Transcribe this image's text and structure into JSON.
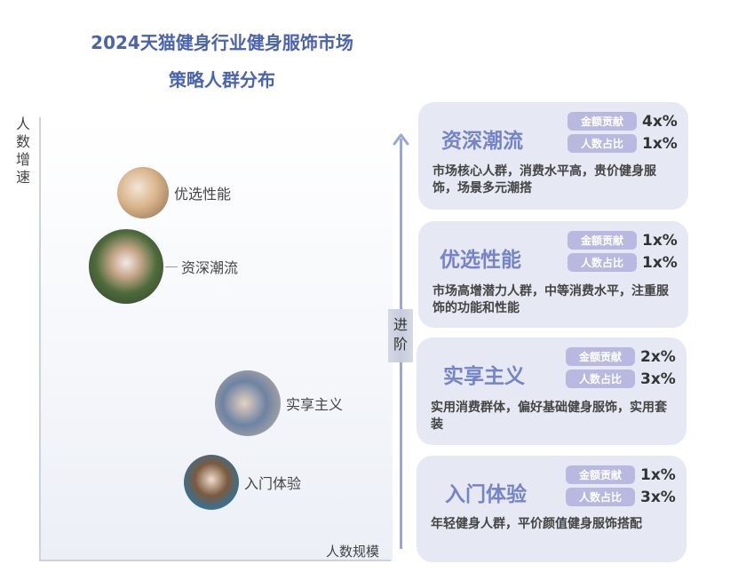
{
  "title": {
    "line1": "2024天猫健身行业健身服饰市场",
    "line2": "策略人群分布"
  },
  "plot": {
    "y_axis_label": [
      "人",
      "数",
      "增",
      "速"
    ],
    "x_axis_label": "人数规模",
    "personas": [
      {
        "name": "优选性能",
        "image": "woman-sitting-photo"
      },
      {
        "name": "资深潮流",
        "image": "woman-running-photo"
      },
      {
        "name": "实享主义",
        "image": "woman-gym-photo"
      },
      {
        "name": "入门体验",
        "image": "woman-smiling-photo"
      }
    ]
  },
  "progression": {
    "label": "进阶",
    "icon": "arrow-up-icon"
  },
  "metric_labels": {
    "amount": "金额贡献",
    "people": "人数占比"
  },
  "cards": [
    {
      "name": "资深潮流",
      "amount": "4x%",
      "people": "1x%",
      "desc": "市场核心人群，消费水平高，贵价健身服饰，场景多元潮搭"
    },
    {
      "name": "优选性能",
      "amount": "1x%",
      "people": "1x%",
      "desc": "市场高增潜力人群，中等消费水平，注重服饰的功能和性能"
    },
    {
      "name": "实享主义",
      "amount": "2x%",
      "people": "3x%",
      "desc": "实用消费群体，偏好基础健身服饰，实用套装"
    },
    {
      "name": "入门体验",
      "amount": "1x%",
      "people": "3x%",
      "desc": "年轻健身人群，平价颜值健身服饰搭配"
    }
  ],
  "colors": {
    "title": "#4a63b0",
    "card_bg": "#e6e8f4",
    "card_name": "#7584c6",
    "metric_tag": "#b9b8e0",
    "arrow": "#9aa7d6"
  }
}
